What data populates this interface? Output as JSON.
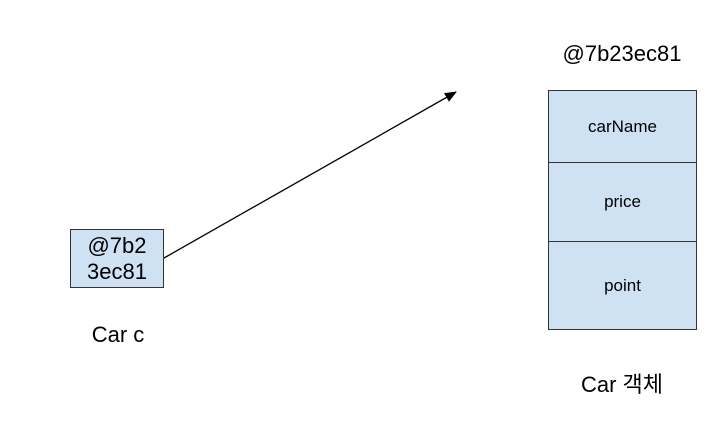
{
  "reference": {
    "address_lines": [
      "@7b2",
      "3ec81"
    ],
    "caption": "Car c"
  },
  "object": {
    "address": "@7b23ec81",
    "fields": [
      "carName",
      "price",
      "point"
    ],
    "caption": "Car 객체"
  },
  "colors": {
    "box_fill": "#cfe2f3",
    "border": "#333333",
    "arrow": "#000000",
    "text": "#000000"
  },
  "icons": {
    "pointer": "arrow-icon"
  }
}
